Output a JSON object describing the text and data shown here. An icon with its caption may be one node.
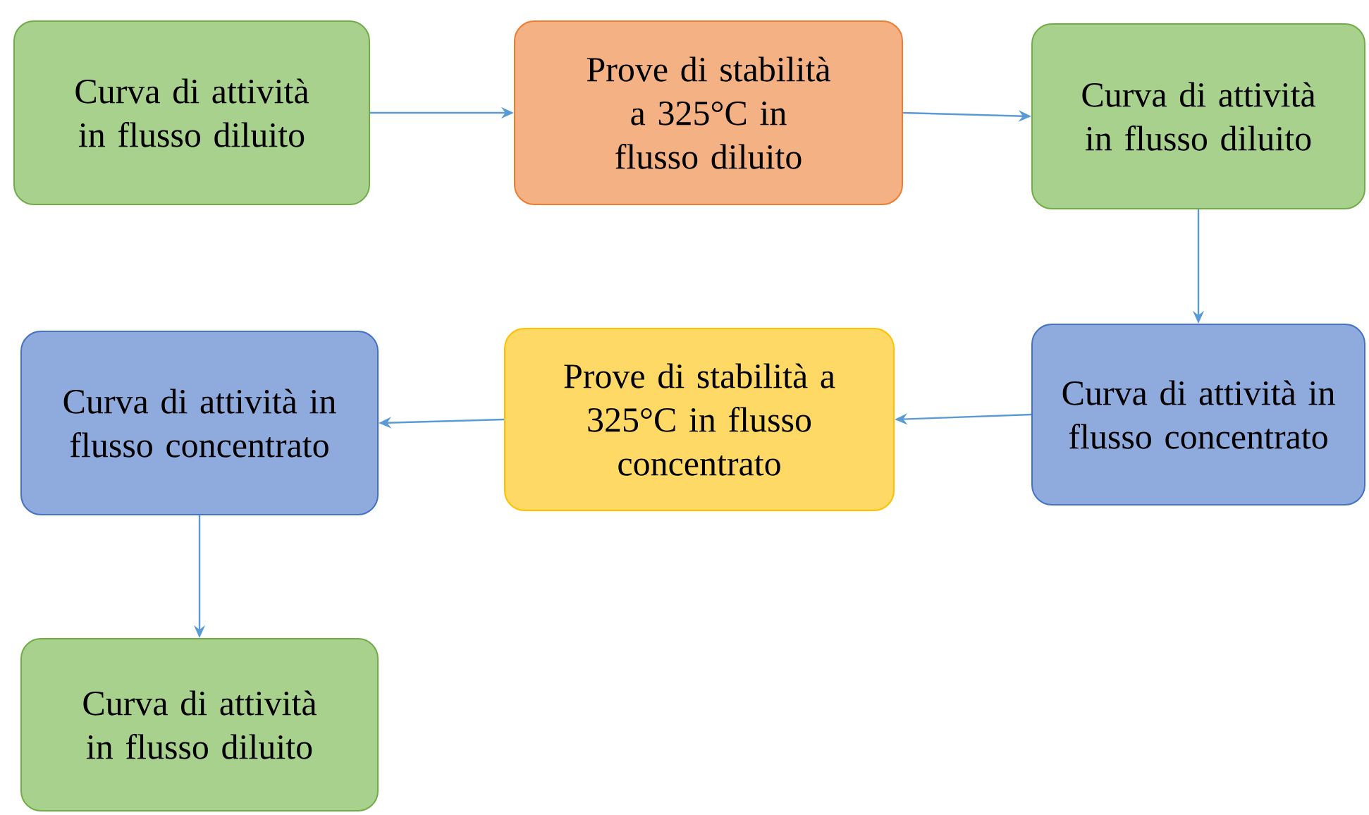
{
  "diagram": {
    "nodes": [
      {
        "text": [
          "Curva di attività in flusso diluito"
        ]
      },
      {
        "text": [
          "Prove di stabilità a 325°C in flusso diluito"
        ]
      },
      {
        "text": [
          "Curva di attività in flusso diluito"
        ]
      },
      {
        "text": [
          "Curva di attività in flusso concentrato"
        ]
      },
      {
        "text": [
          "Prove di stabilità a 325°C in flusso concentrato"
        ]
      },
      {
        "text": [
          "Curva di attività in flusso concentrato"
        ]
      },
      {
        "text": [
          "Curva di attività in flusso diluito"
        ]
      }
    ],
    "edges": [
      {
        "from": 0,
        "to": 1,
        "arrow": "to"
      },
      {
        "from": 1,
        "to": 2,
        "arrow": "to"
      },
      {
        "from": 2,
        "to": 3,
        "arrow": "to"
      },
      {
        "from": 3,
        "to": 4,
        "arrow": "to"
      },
      {
        "from": 4,
        "to": 5,
        "arrow": "to"
      },
      {
        "from": 5,
        "to": 6,
        "arrow": "to"
      }
    ]
  }
}
